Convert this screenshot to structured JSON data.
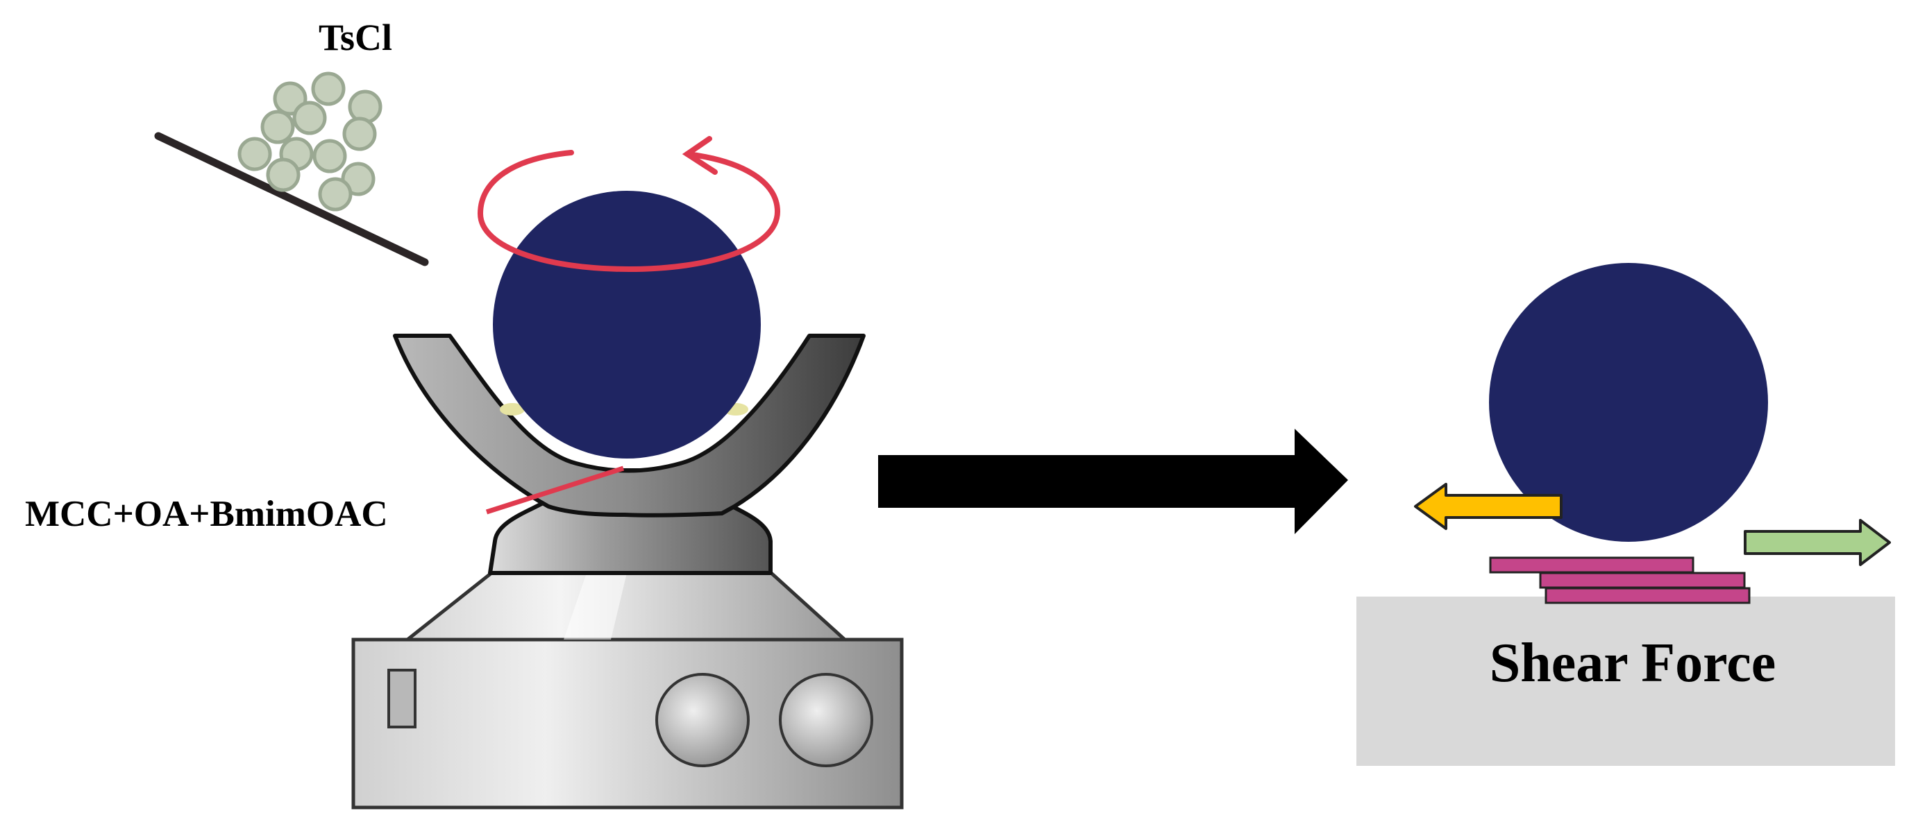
{
  "labels": {
    "reagent": "TsCl",
    "mixture": "MCC+OA+BmimOAC",
    "force": "Shear Force"
  },
  "colors": {
    "ball": "#1f2562",
    "rotation_arrow": "#e03a4e",
    "pointer_line": "#e03a4e",
    "particle_fill": "#c5cfbb",
    "particle_stroke": "#9aa892",
    "chute": "#2b2526",
    "mill_body": "#a9a9a9",
    "process_arrow": "#000000",
    "shear_arrow_left": "#ffc000",
    "shear_arrow_right": "#a9d18e",
    "sheets": "#c5458a",
    "substrate": "#d9d9d9"
  },
  "icons": {
    "mill": "ball-mill-icon",
    "ball": "milling-ball-icon",
    "rotation": "rotation-arrow-icon",
    "process_arrow": "right-arrow-icon"
  }
}
